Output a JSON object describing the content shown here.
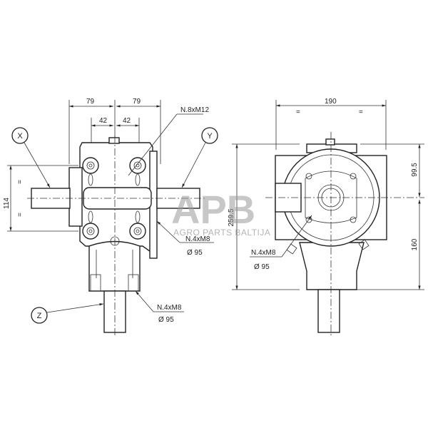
{
  "drawing": {
    "title": "Gearbox technical drawing",
    "left_view": {
      "dims": {
        "half_width_left": "79",
        "half_width_right": "79",
        "bolt_left": "42",
        "bolt_right": "42",
        "shaft_height": "114",
        "equal_marks": "="
      },
      "callouts": {
        "top_bolts": "N.8xM12",
        "side_flange_thread": "N.4xM8",
        "side_flange_dia": "Ø 95",
        "bottom_flange_thread": "N.4xM8",
        "bottom_flange_dia": "Ø 95"
      },
      "shaft_labels": {
        "x": "X",
        "y": "Y",
        "z": "Z"
      }
    },
    "right_view": {
      "dims": {
        "width": "190",
        "height_total": "259.5",
        "upper": "99.5",
        "lower": "160",
        "equal_marks": "="
      },
      "callouts": {
        "flange_thread": "N.4xM8",
        "flange_dia": "Ø 95"
      }
    }
  },
  "watermark": {
    "logo": "APB",
    "company": "AGRO PARTS BALTIJA"
  }
}
